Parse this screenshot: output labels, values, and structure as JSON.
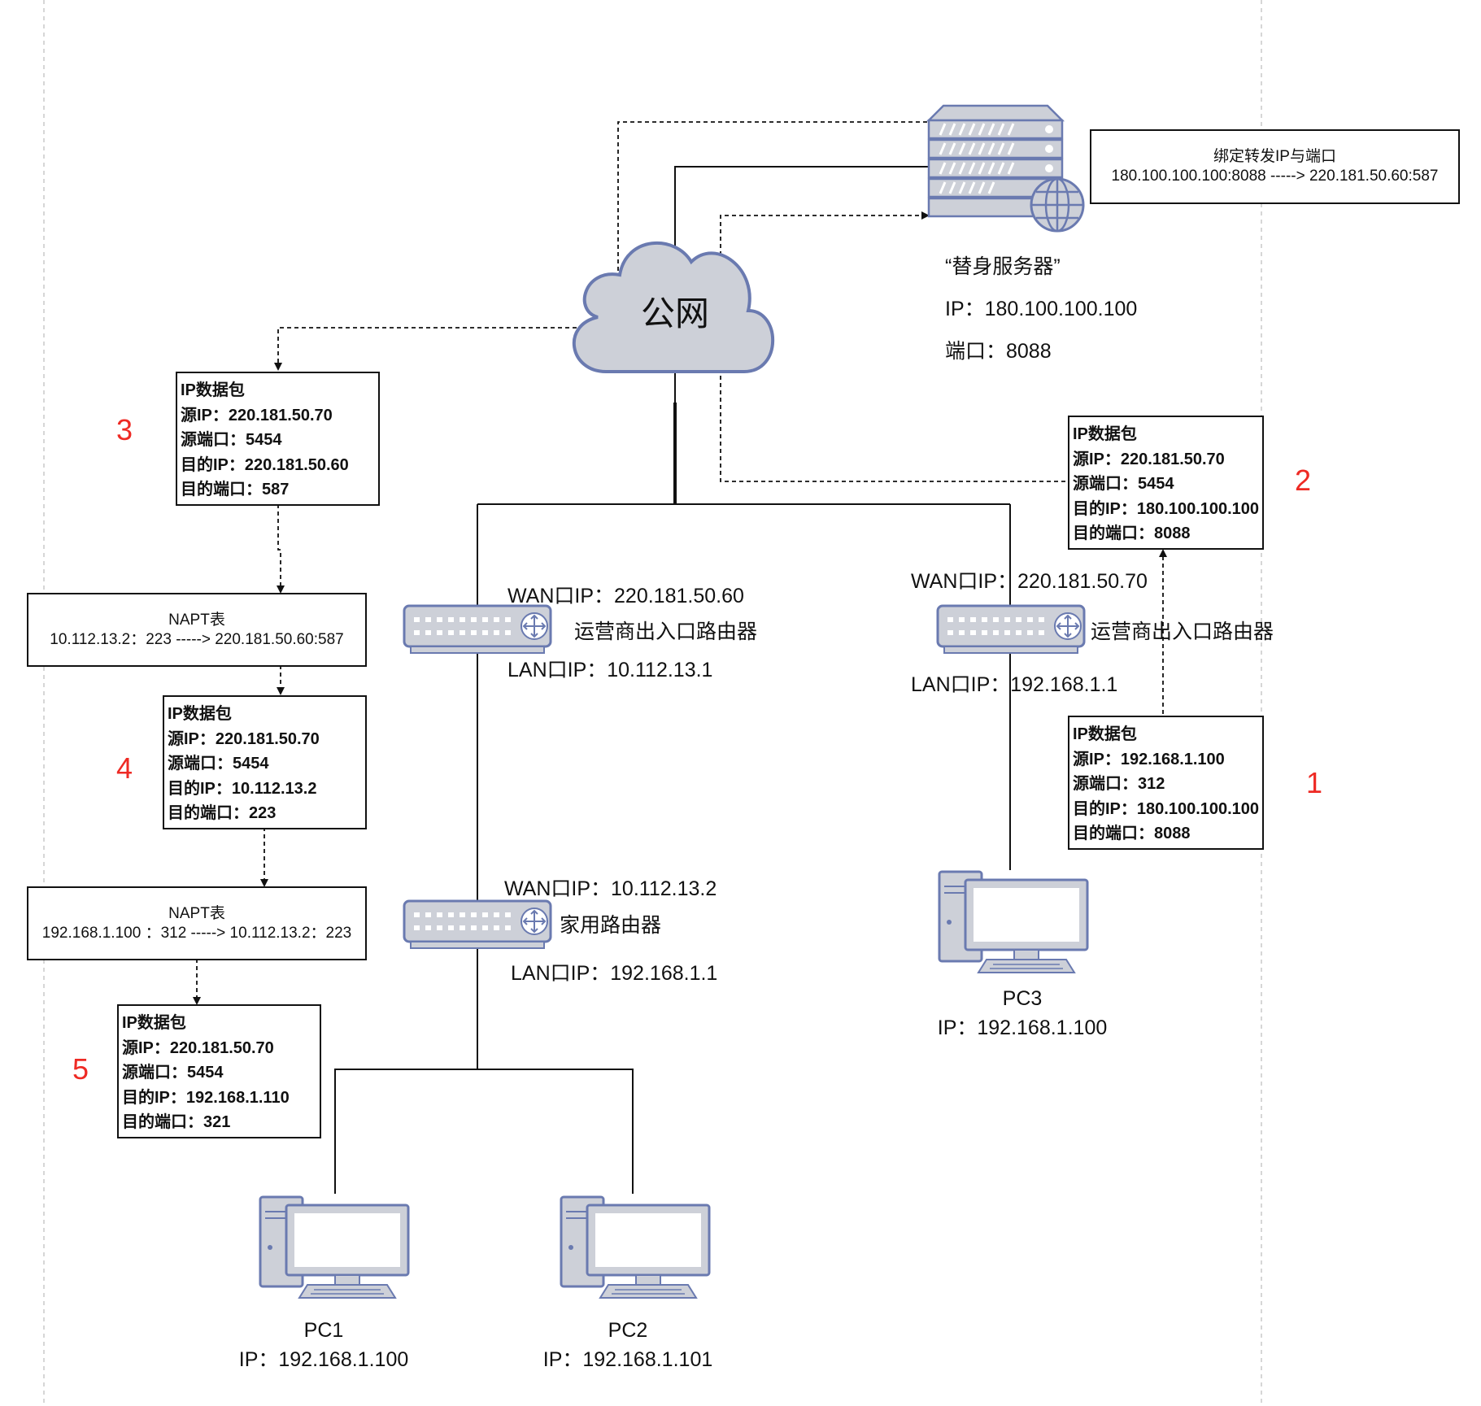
{
  "cloud": {
    "label": "公网"
  },
  "server": {
    "name": "“替身服务器”",
    "ip": "IP：180.100.100.100",
    "port": "端口：8088"
  },
  "bind_box": {
    "title": "绑定转发IP与端口",
    "mapping": "180.100.100.100:8088 -----> 220.181.50.60:587"
  },
  "packets": {
    "p1": {
      "title": "IP数据包",
      "src_ip": "源IP：192.168.1.100",
      "src_port": "源端口：312",
      "dst_ip": "目的IP：180.100.100.100",
      "dst_port": "目的端口：8088"
    },
    "p2": {
      "title": "IP数据包",
      "src_ip": "源IP：220.181.50.70",
      "src_port": "源端口：5454",
      "dst_ip": "目的IP：180.100.100.100",
      "dst_port": "目的端口：8088"
    },
    "p3": {
      "title": "IP数据包",
      "src_ip": "源IP：220.181.50.70",
      "src_port": "源端口：5454",
      "dst_ip": "目的IP：220.181.50.60",
      "dst_port": "目的端口：587"
    },
    "p4": {
      "title": "IP数据包",
      "src_ip": "源IP：220.181.50.70",
      "src_port": "源端口：5454",
      "dst_ip": "目的IP：10.112.13.2",
      "dst_port": "目的端口：223"
    },
    "p5": {
      "title": "IP数据包",
      "src_ip": "源IP：220.181.50.70",
      "src_port": "源端口：5454",
      "dst_ip": "目的IP：192.168.1.110",
      "dst_port": "目的端口：321"
    }
  },
  "step_numbers": {
    "s1": "1",
    "s2": "2",
    "s3": "3",
    "s4": "4",
    "s5": "5"
  },
  "napt1": {
    "title": "NAPT表",
    "mapping": "10.112.13.2：223 -----> 220.181.50.60:587"
  },
  "napt2": {
    "title": "NAPT表",
    "mapping": "192.168.1.100 ：312 -----> 10.112.13.2：223"
  },
  "router_left_isp": {
    "wan": "WAN口IP：220.181.50.60",
    "name": "运营商出入口路由器",
    "lan": "LAN口IP：10.112.13.1"
  },
  "router_right_isp": {
    "wan": "WAN口IP：220.181.50.70",
    "name": "运营商出入口路由器",
    "lan": "LAN口IP：192.168.1.1"
  },
  "router_home": {
    "wan": "WAN口IP：10.112.13.2",
    "name": "家用路由器",
    "lan": "LAN口IP：192.168.1.1"
  },
  "pc1": {
    "name": "PC1",
    "ip": "IP：192.168.1.100"
  },
  "pc2": {
    "name": "PC2",
    "ip": "IP：192.168.1.101"
  },
  "pc3": {
    "name": "PC3",
    "ip": "IP：192.168.1.100"
  },
  "colors": {
    "icon_fill": "#cdd0d8",
    "icon_stroke": "#6a7ab0",
    "step_number": "#ee2a24"
  }
}
